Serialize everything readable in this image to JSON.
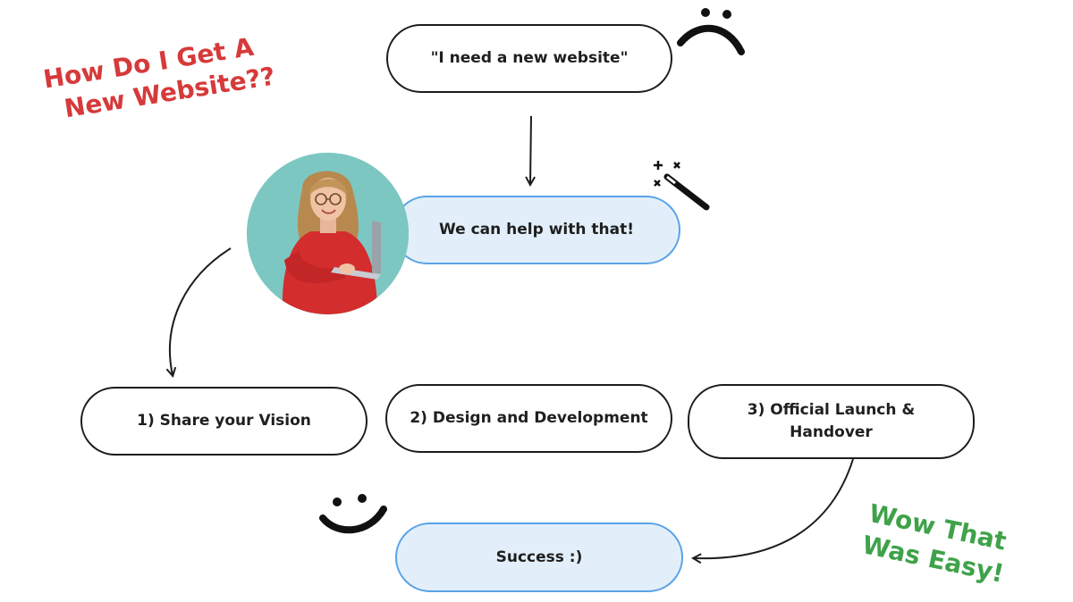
{
  "title_note": {
    "lines": [
      "How Do I Get A",
      "New Website??"
    ],
    "color": "#d63a3a"
  },
  "outro_note": {
    "lines": [
      "Wow That",
      "Was Easy!"
    ],
    "color": "#3fa24a"
  },
  "steps": {
    "need": "\"I need a new website\"",
    "help": "We can help with that!",
    "vision": "1) Share your Vision",
    "design": "2) Design and Development",
    "launch_line1": "3) Official Launch &",
    "launch_line2": "Handover",
    "success": "Success :)"
  },
  "icons": {
    "sad": "sad-face-icon",
    "wand": "magic-wand-icon",
    "happy": "happy-face-icon",
    "person": "woman-with-laptop-avatar"
  },
  "colors": {
    "outline": "#1c1c1c",
    "highlight_fill": "#e2effa",
    "highlight_border": "#5aa2e6",
    "avatar_bg": "#7cc7c2"
  }
}
